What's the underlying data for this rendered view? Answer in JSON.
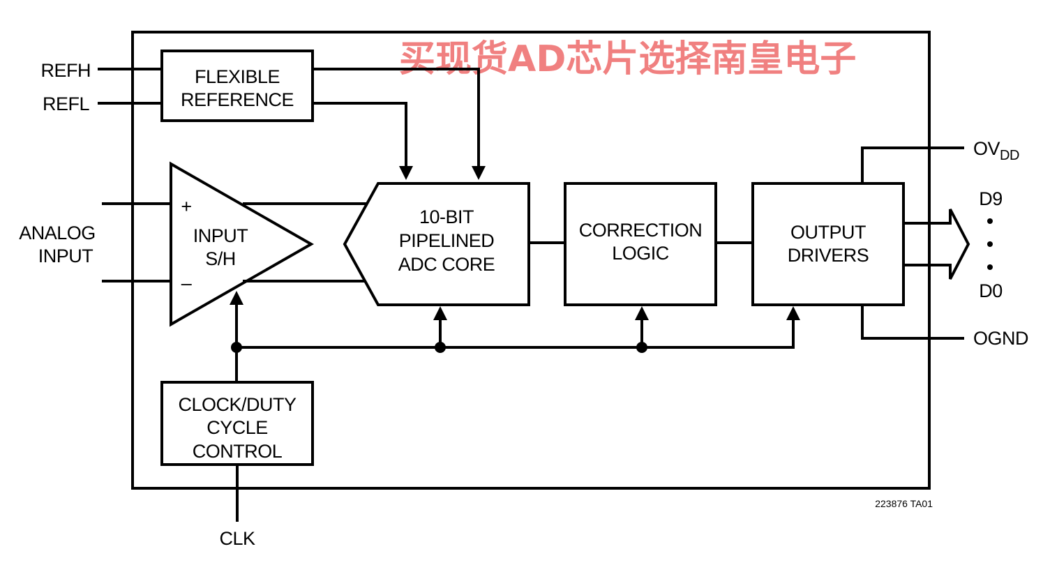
{
  "watermark": "买现货AD芯片选择南皇电子",
  "figure_id": "223876 TA01",
  "blocks": {
    "reference": {
      "line1": "FLEXIBLE",
      "line2": "REFERENCE"
    },
    "sample_hold": {
      "line1": "INPUT",
      "line2": "S/H",
      "plus": "+",
      "minus": "–"
    },
    "adc_core": {
      "line1": "10-BIT",
      "line2": "PIPELINED",
      "line3": "ADC CORE"
    },
    "correction": {
      "line1": "CORRECTION",
      "line2": "LOGIC"
    },
    "output_drivers": {
      "line1": "OUTPUT",
      "line2": "DRIVERS"
    },
    "clock": {
      "line1": "CLOCK/DUTY",
      "line2": "CYCLE",
      "line3": "CONTROL"
    }
  },
  "pins": {
    "refh": "REFH",
    "refl": "REFL",
    "analog_input": {
      "line1": "ANALOG",
      "line2": "INPUT"
    },
    "ovdd": {
      "base": "OV",
      "sub": "DD"
    },
    "d9": "D9",
    "d0": "D0",
    "ognd": "OGND",
    "clk": "CLK"
  }
}
